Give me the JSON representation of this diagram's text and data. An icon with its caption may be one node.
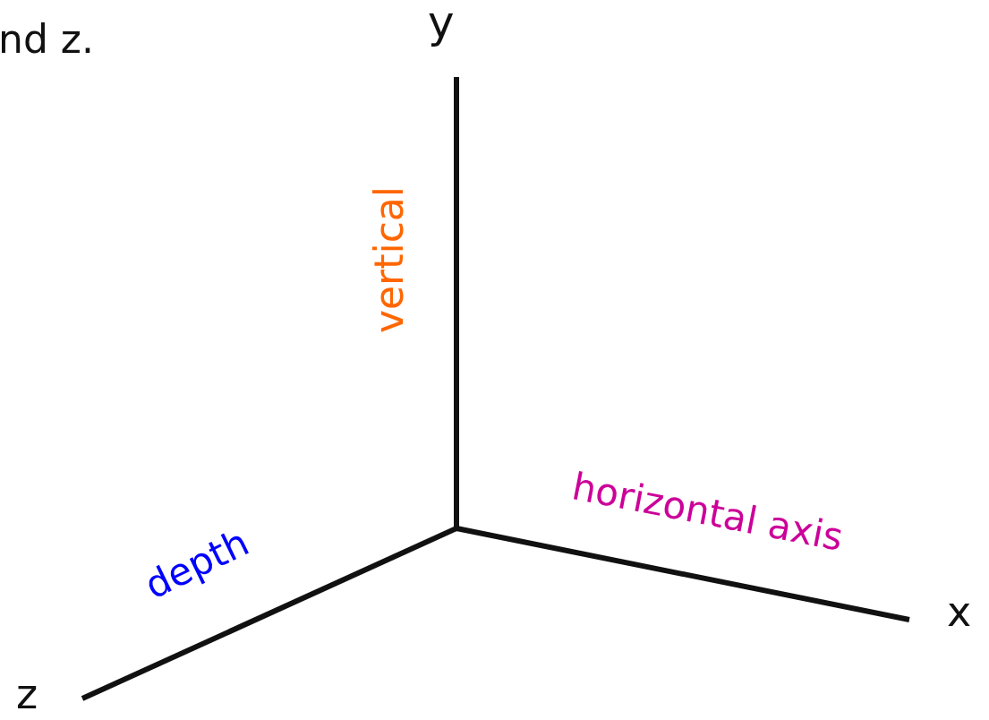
{
  "diagram": {
    "labels": [
      "nd z.",
      "y",
      "vertical",
      "horizontal axis",
      "depth",
      "x",
      "z"
    ]
  }
}
